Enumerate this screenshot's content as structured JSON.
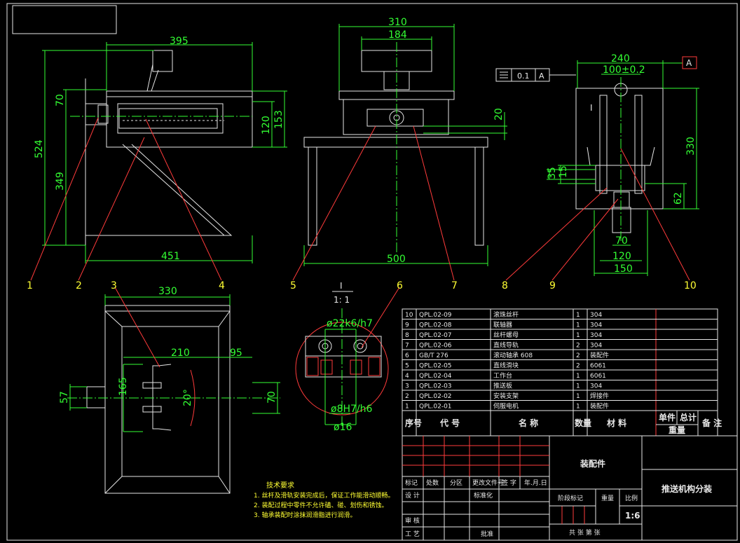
{
  "dimensions": {
    "front": [
      "395",
      "70",
      "524",
      "349",
      "120",
      "153",
      "451"
    ],
    "side": [
      "310",
      "184",
      "20",
      "500"
    ],
    "right": [
      "240",
      "100±0.2",
      "330",
      "35",
      "15",
      "62",
      "70",
      "120",
      "150"
    ],
    "top": [
      "330",
      "210",
      "95",
      "57",
      "165",
      "20°",
      "70"
    ],
    "detail": [
      "ø22k6/h7",
      "ø8H7/h6",
      "ø16"
    ]
  },
  "balloons": [
    "1",
    "2",
    "3",
    "4",
    "5",
    "6",
    "7",
    "8",
    "9",
    "10"
  ],
  "detail_view": {
    "label": "I",
    "scale": "1: 1"
  },
  "view_mark_I": "I",
  "datum": {
    "label": "A"
  },
  "tolerance": {
    "value": "0.1",
    "datum": "A"
  },
  "bom": {
    "rows": [
      {
        "no": "10",
        "code": "QPL.02-09",
        "name": "滚珠丝杆",
        "qty": "1",
        "material": "304"
      },
      {
        "no": "9",
        "code": "QPL.02-08",
        "name": "联轴器",
        "qty": "1",
        "material": "304"
      },
      {
        "no": "8",
        "code": "QPL.02-07",
        "name": "丝杆螺母",
        "qty": "1",
        "material": "304"
      },
      {
        "no": "7",
        "code": "QPL.02-06",
        "name": "直线导轨",
        "qty": "2",
        "material": "304"
      },
      {
        "no": "6",
        "code": "GB/T 276",
        "name": "滚动轴承 608",
        "qty": "2",
        "material": "装配件"
      },
      {
        "no": "5",
        "code": "QPL.02-05",
        "name": "直线滑块",
        "qty": "2",
        "material": "6061"
      },
      {
        "no": "4",
        "code": "QPL.02-04",
        "name": "工作台",
        "qty": "1",
        "material": "6061"
      },
      {
        "no": "3",
        "code": "QPL.02-03",
        "name": "推送板",
        "qty": "1",
        "material": "304"
      },
      {
        "no": "2",
        "code": "QPL.02-02",
        "name": "安装支架",
        "qty": "1",
        "material": "焊接件"
      },
      {
        "no": "1",
        "code": "QPL.02-01",
        "name": "伺服电机",
        "qty": "1",
        "material": "装配件"
      }
    ],
    "header": {
      "no": "序号",
      "code": "代 号",
      "name": "名 称",
      "qty": "数量",
      "material": "材 料",
      "unit": "单件",
      "total": "总计",
      "weight": "重量",
      "remark": "备 注"
    }
  },
  "title_block": {
    "assembly_label": "装配件",
    "drawing_name": "推送机构分装",
    "scale_value": "1:6",
    "row1": [
      "标记",
      "处数",
      "分区",
      "更改文件号",
      "签 字",
      "年.月.日"
    ],
    "design": "设 计",
    "standard": "标准化",
    "stage": "阶段标记",
    "weight": "重量",
    "scale": "比例",
    "check": "审 核",
    "process": "工 艺",
    "approve": "批准",
    "sheets": "共   张 第   张"
  },
  "tech_req": {
    "title": "技术要求",
    "items": [
      "1. 丝杆及滑轨安装完成后，保证工作能滑动顺畅。",
      "2. 装配过程中零件不允许磕、碰、划伤和锈蚀。",
      "3. 轴承装配时涂抹润滑脂进行润滑。"
    ]
  }
}
